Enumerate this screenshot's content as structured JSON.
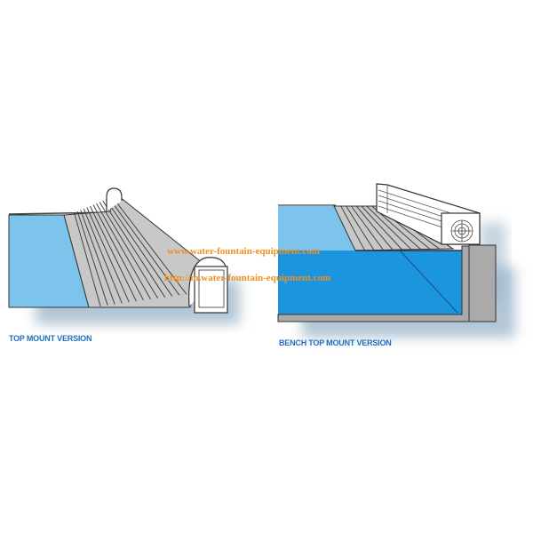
{
  "labels": {
    "top_mount": "TOP MOUNT VERSION",
    "bench_top_mount": "BENCH TOP MOUNT VERSION"
  },
  "watermarks": {
    "line1": "www.water-fountain-equipment.com",
    "line2": "http://m.water-fountain-equipment.com"
  },
  "colors": {
    "water_light": "#7cc4ec",
    "water_deep": "#1b95de",
    "slats": "#c8c8c8",
    "label": "#1f6fc0",
    "watermark": "#f0901e"
  }
}
